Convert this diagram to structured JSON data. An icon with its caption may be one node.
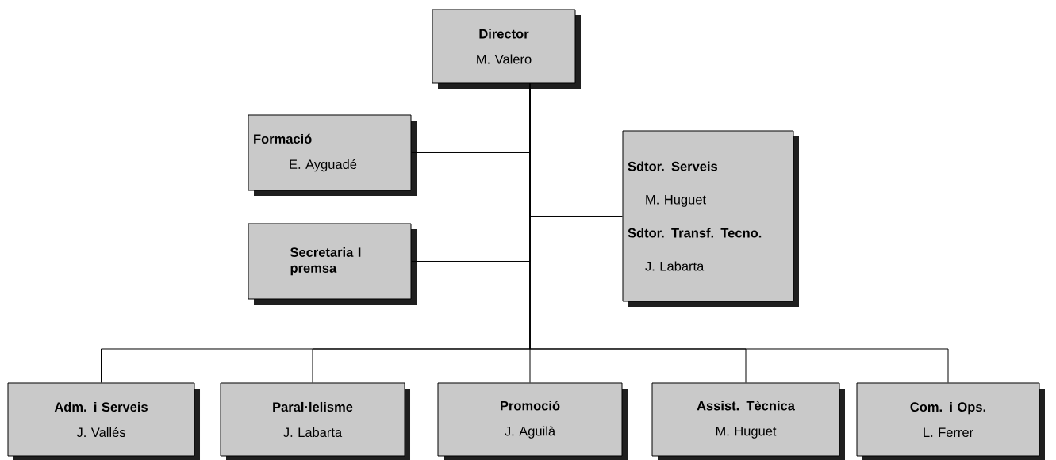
{
  "diagram": {
    "nodes": [
      {
        "text": [
          "Director",
          "M. Valero"
        ]
      },
      {
        "text": [
          "Formació",
          "E. Ayguadé"
        ]
      },
      {
        "text": [
          "Sdtor. Serveis",
          "M. Huguet",
          "Sdtor. Transf. Tecno.",
          "J. Labarta"
        ]
      },
      {
        "text": [
          "Secretaria I premsa"
        ]
      },
      {
        "text": [
          "Adm. i Serveis",
          "J. Vallés"
        ]
      },
      {
        "text": [
          "Paral·lelisme",
          "J. Labarta"
        ]
      },
      {
        "text": [
          "Promoció",
          "J. Aguilà"
        ]
      },
      {
        "text": [
          "Assist. Tècnica",
          "M. Huguet"
        ]
      },
      {
        "text": [
          "Com. i Ops.",
          "L. Ferrer"
        ]
      }
    ],
    "edges": [
      {
        "from": 0,
        "to": 1,
        "arrow": "none"
      },
      {
        "from": 0,
        "to": 2,
        "arrow": "none"
      },
      {
        "from": 0,
        "to": 3,
        "arrow": "none"
      },
      {
        "from": 0,
        "to": 4,
        "arrow": "none"
      },
      {
        "from": 0,
        "to": 5,
        "arrow": "none"
      },
      {
        "from": 0,
        "to": 6,
        "arrow": "none"
      },
      {
        "from": 0,
        "to": 7,
        "arrow": "none"
      },
      {
        "from": 0,
        "to": 8,
        "arrow": "none"
      }
    ]
  }
}
